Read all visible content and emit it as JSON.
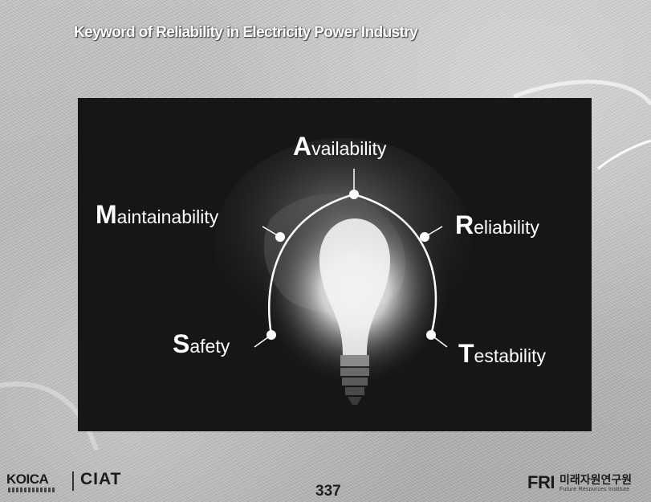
{
  "slide": {
    "title": "Keyword of Reliability in Electricity Power Industry",
    "page_number": "337"
  },
  "keywords": [
    {
      "key": "availability",
      "cap": "A",
      "rest": "vailability"
    },
    {
      "key": "maintainability",
      "cap": "M",
      "rest": "aintainability"
    },
    {
      "key": "reliability",
      "cap": "R",
      "rest": "eliability"
    },
    {
      "key": "safety",
      "cap": "S",
      "rest": "afety"
    },
    {
      "key": "testability",
      "cap": "T",
      "rest": "estability"
    }
  ],
  "footer": {
    "left_logo": "KOICA",
    "left_logo_sub": "한국국제협력단",
    "middle_logo": "CIAT",
    "right_logo": "FRI",
    "right_logo_korean": "미래자원연구원",
    "right_logo_english": "Future Resources Institute"
  },
  "colors": {
    "panel": "#161616",
    "text": "#ffffff"
  }
}
